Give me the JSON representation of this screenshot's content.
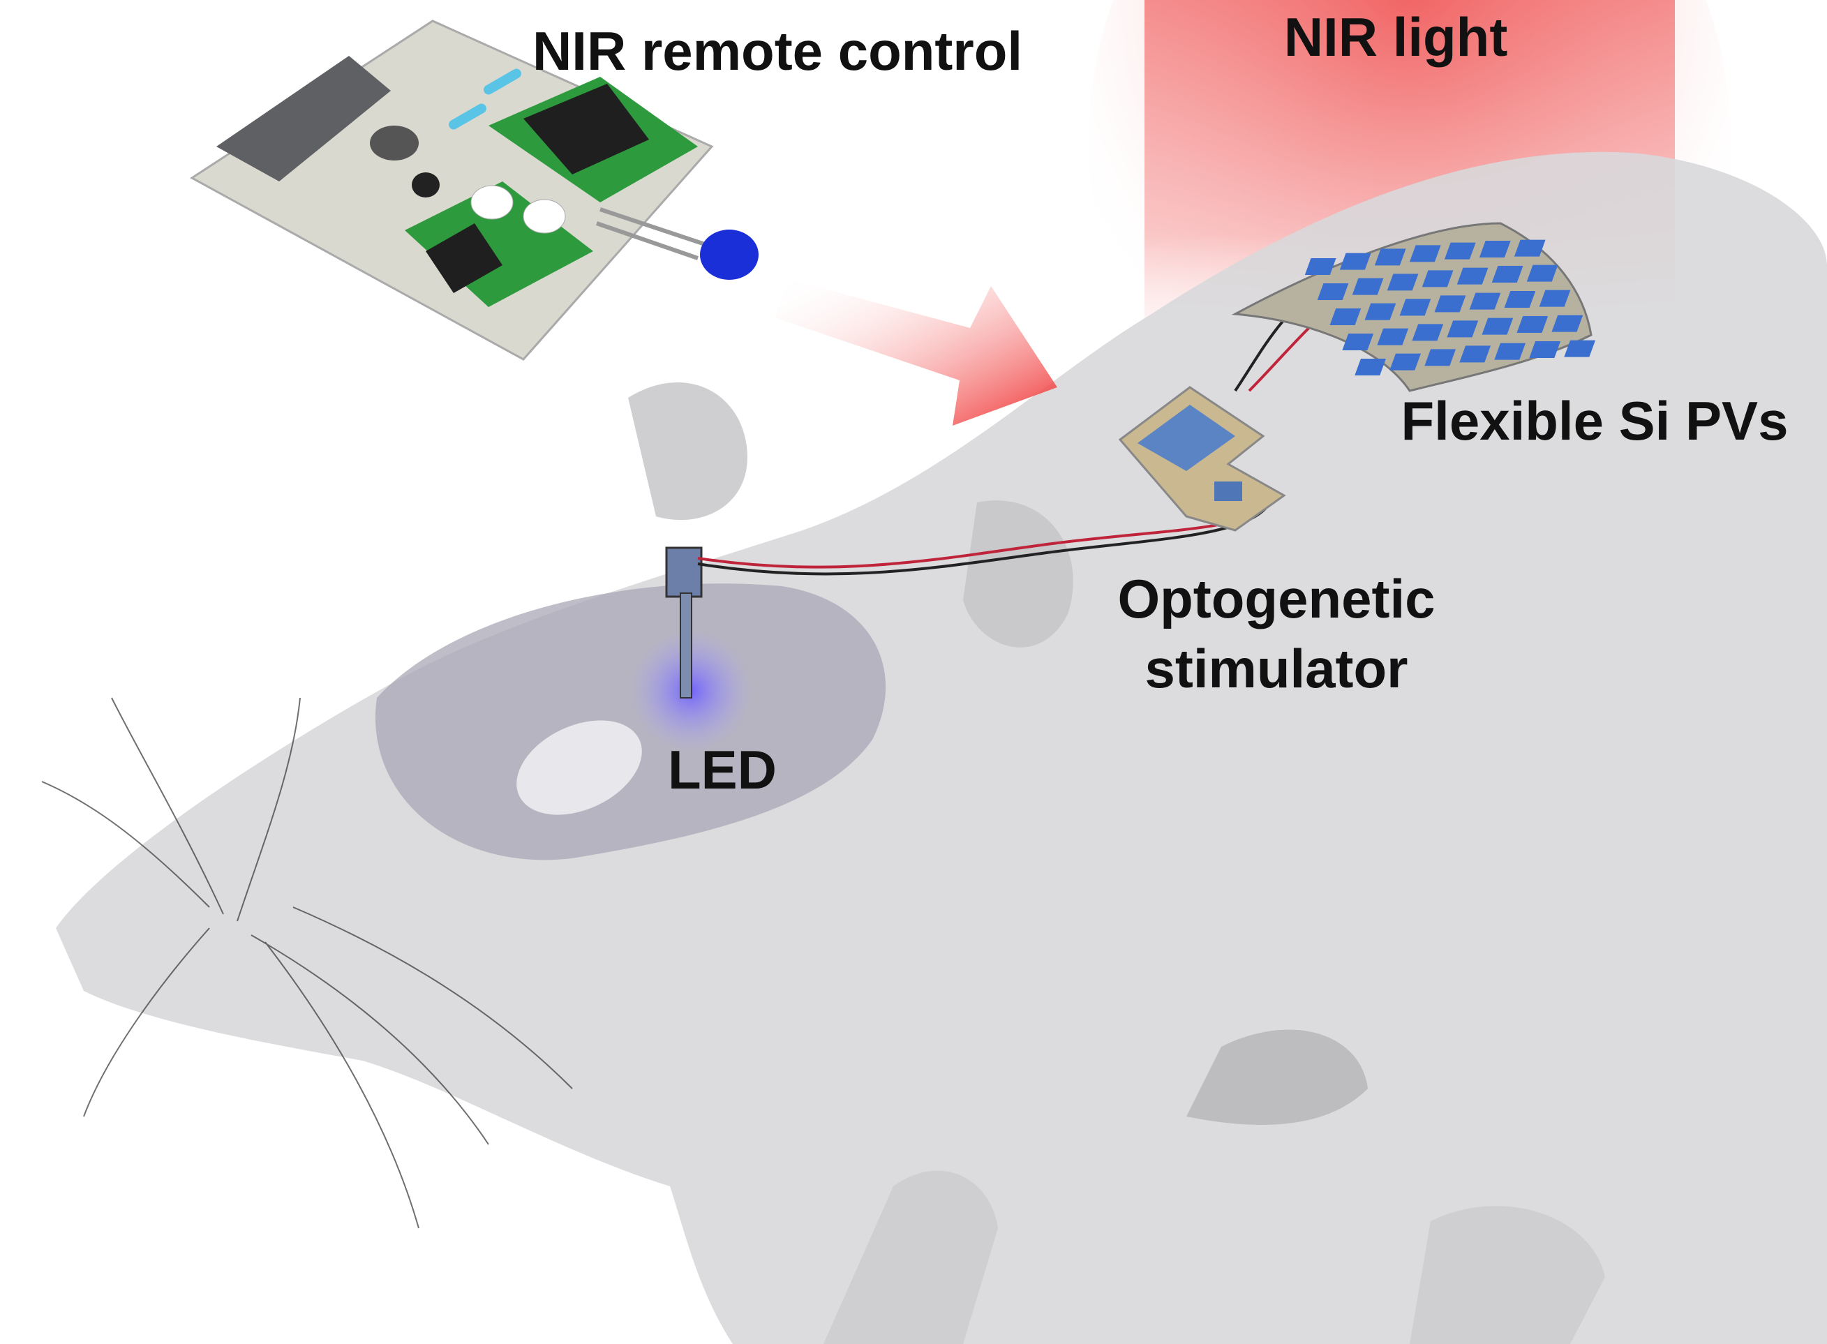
{
  "labels": {
    "remote": "NIR remote control",
    "light": "NIR light",
    "pvs": "Flexible Si PVs",
    "stimulator_line1": "Optogenetic",
    "stimulator_line2": "stimulator",
    "led": "LED"
  },
  "colors": {
    "nir_red": "#f05a5a",
    "pcb_green": "#2e9a3e",
    "board": "#d9d9cf",
    "pv_blue": "#3a6fd0",
    "led_blue": "#4a3cff",
    "mouse_body": "#d6d6d8"
  }
}
